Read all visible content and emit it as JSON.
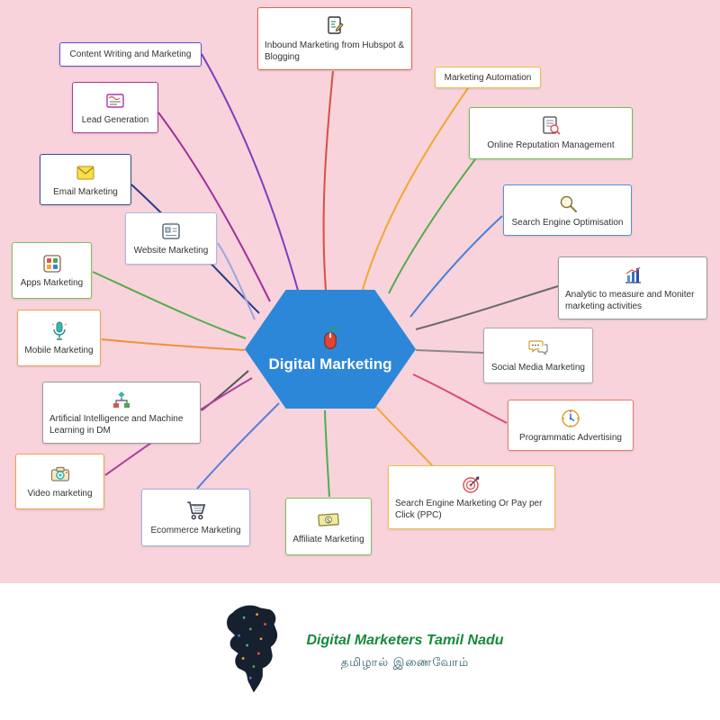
{
  "colors": {
    "background": "#f8d3db",
    "node_background": "#ffffff",
    "center_background": "#2d87d8"
  },
  "center": {
    "label": "Digital Marketing",
    "bg_color": "#2d87d8",
    "icon": "computer-mouse-icon"
  },
  "nodes": [
    {
      "label": "Content Writing and Marketing",
      "icon": null,
      "border_color": "#5b4fcf",
      "line_color": "#7a3fbf"
    },
    {
      "label": "Inbound Marketing from Hubspot & Blogging",
      "icon": "document-pen-icon",
      "border_color": "#e8604c",
      "line_color": "#d94f43"
    },
    {
      "label": "Marketing Automation",
      "icon": null,
      "border_color": "#f0c040",
      "line_color": "#f0a830"
    },
    {
      "label": "Lead Generation",
      "icon": "newsletter-icon",
      "border_color": "#b0379b",
      "line_color": "#a0309a"
    },
    {
      "label": "Online Reputation Management",
      "icon": "document-search-icon",
      "border_color": "#6cbf5a",
      "line_color": "#56ab4e"
    },
    {
      "label": "Email Marketing",
      "icon": "envelope-icon",
      "border_color": "#33508d",
      "line_color": "#2b3a8f"
    },
    {
      "label": "Search Engine Optimisation",
      "icon": "magnifier-icon",
      "border_color": "#5a8fd8",
      "line_color": "#4a7fd4"
    },
    {
      "label": "Website Marketing",
      "icon": "id-card-icon",
      "border_color": "#a9b9e8",
      "line_color": "#98a8e0"
    },
    {
      "label": "Analytic to measure and Moniter marketing activities",
      "icon": "bar-chart-icon",
      "border_color": "#9a9a9a",
      "line_color": "#6a6a6a"
    },
    {
      "label": "Apps Marketing",
      "icon": "apps-icon",
      "border_color": "#7fbf5f",
      "line_color": "#56ab4e"
    },
    {
      "label": "Social Media Marketing",
      "icon": "chat-bubbles-icon",
      "border_color": "#ababab",
      "line_color": "#8a8a8a"
    },
    {
      "label": "Mobile Marketing",
      "icon": "microphone-icon",
      "border_color": "#f2a054",
      "line_color": "#ee8f3c"
    },
    {
      "label": "Programmatic Advertising",
      "icon": "clock-icon",
      "border_color": "#e87868",
      "line_color": "#d84a78"
    },
    {
      "label": "Artificial Intelligence and Machine Learning in DM",
      "icon": "flowchart-icon",
      "border_color": "#9a9a9a",
      "line_color": "#555555"
    },
    {
      "label": "Video marketing",
      "icon": "camera-icon",
      "border_color": "#f2a054",
      "line_color": "#b03f9e"
    },
    {
      "label": "Ecommerce Marketing",
      "icon": "shopping-cart-icon",
      "border_color": "#9ab4e8",
      "line_color": "#5b7fd4"
    },
    {
      "label": "Affiliate Marketing",
      "icon": "money-icon",
      "border_color": "#7fbf5f",
      "line_color": "#4caf50"
    },
    {
      "label": "Search Engine Marketing Or Pay per Click (PPC)",
      "icon": "dartboard-icon",
      "border_color": "#f0c040",
      "line_color": "#f0a830"
    }
  ],
  "footer": {
    "brand_name": "Digital Marketers Tamil Nadu",
    "tagline": "தமிழால் இணைவோம்",
    "brand_color": "#168a3a",
    "logo": "tamil-nadu-map-logo"
  }
}
